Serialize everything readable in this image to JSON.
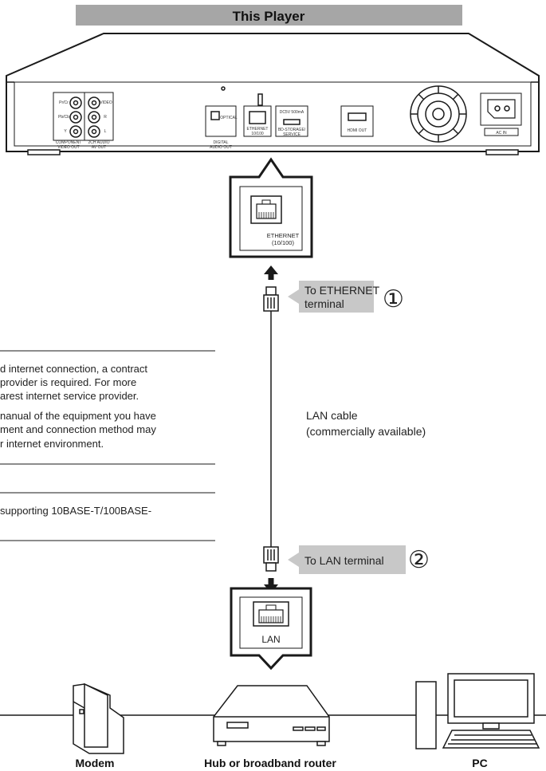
{
  "title_bar": {
    "text": "This Player"
  },
  "player_panel": {
    "component_labels": [
      "Pr/Cr",
      "Pb/Cb",
      "Y"
    ],
    "component_video_out": [
      "COMPONENT",
      "VIDEO OUT"
    ],
    "av_labels": [
      "VIDEO",
      "R",
      "L"
    ],
    "av_out": [
      "2CH AUDIO",
      "AV OUT"
    ],
    "optical": "OPTICAL",
    "digital_audio_out": [
      "DIGITAL",
      "AUDIO OUT"
    ],
    "ethernet_port": [
      "ETHERNET",
      "10/100"
    ],
    "usb_port": [
      "DC5V 500mA",
      "BD-STORAGE/",
      "SERVICE"
    ],
    "hdmi_out": "HDMI OUT",
    "ac_in": "AC IN"
  },
  "ethernet_zoom": {
    "line1": "ETHERNET",
    "line2": "(10/100)"
  },
  "callout_1": {
    "text_line1": "To ETHERNET",
    "text_line2": "terminal",
    "number": "①"
  },
  "callout_2": {
    "text": "To LAN terminal",
    "number": "②"
  },
  "lan_cable": {
    "line1": "LAN cable",
    "line2": "(commercially available)"
  },
  "notes": {
    "block1": [
      "d internet connection, a contract",
      "provider is required. For more",
      "arest internet service provider.",
      "nanual of the equipment you have",
      "ment and connection method may",
      "r internet environment."
    ],
    "block2": [
      "supporting 10BASE-T/100BASE-"
    ]
  },
  "lan_zoom": {
    "label": "LAN"
  },
  "devices": {
    "modem": "Modem",
    "router": "Hub or broadband router",
    "pc": "PC"
  },
  "colors": {
    "title_bar_bg": "#a6a6a6",
    "callout_bg": "#c8c8c8",
    "line": "#1a1a1a"
  }
}
